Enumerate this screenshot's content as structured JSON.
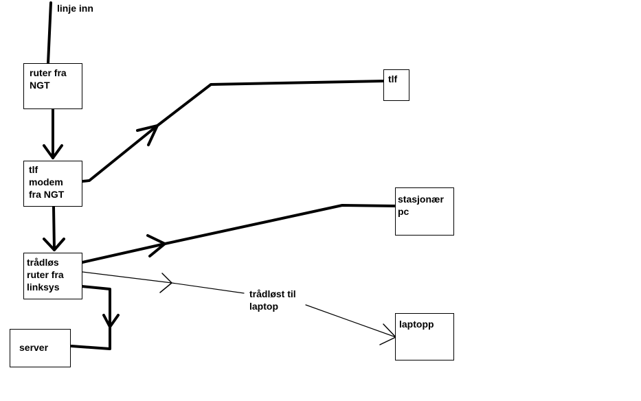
{
  "diagram": {
    "nodes": {
      "line_in": "linje inn",
      "router_ngt": "ruter fra\nNGT",
      "phone_modem": "tlf\nmodem\nfra NGT",
      "wireless_router": "trådløs\nruter fra\nlinksys",
      "server": "server",
      "phone": "tlf",
      "desktop_pc": "stasjonær\npc",
      "laptop": "laptopp"
    },
    "annotations": {
      "wireless_to_laptop": "trådløst til\nlaptop"
    },
    "edges": [
      {
        "from": "line_in",
        "to": "router_ngt",
        "style": "thick"
      },
      {
        "from": "router_ngt",
        "to": "phone_modem",
        "style": "thick",
        "arrow": "down"
      },
      {
        "from": "phone_modem",
        "to": "wireless_router",
        "style": "thick",
        "arrow": "down"
      },
      {
        "from": "phone_modem",
        "to": "phone",
        "style": "thick",
        "arrow": "right"
      },
      {
        "from": "wireless_router",
        "to": "desktop_pc",
        "style": "thick",
        "arrow": "right"
      },
      {
        "from": "wireless_router",
        "to": "laptop",
        "style": "thin",
        "arrow": "right",
        "label": "wireless_to_laptop"
      },
      {
        "from": "wireless_router",
        "to": "server",
        "style": "thick",
        "arrow": "down"
      }
    ],
    "colors": {
      "line": "#000000",
      "background": "#ffffff"
    }
  }
}
